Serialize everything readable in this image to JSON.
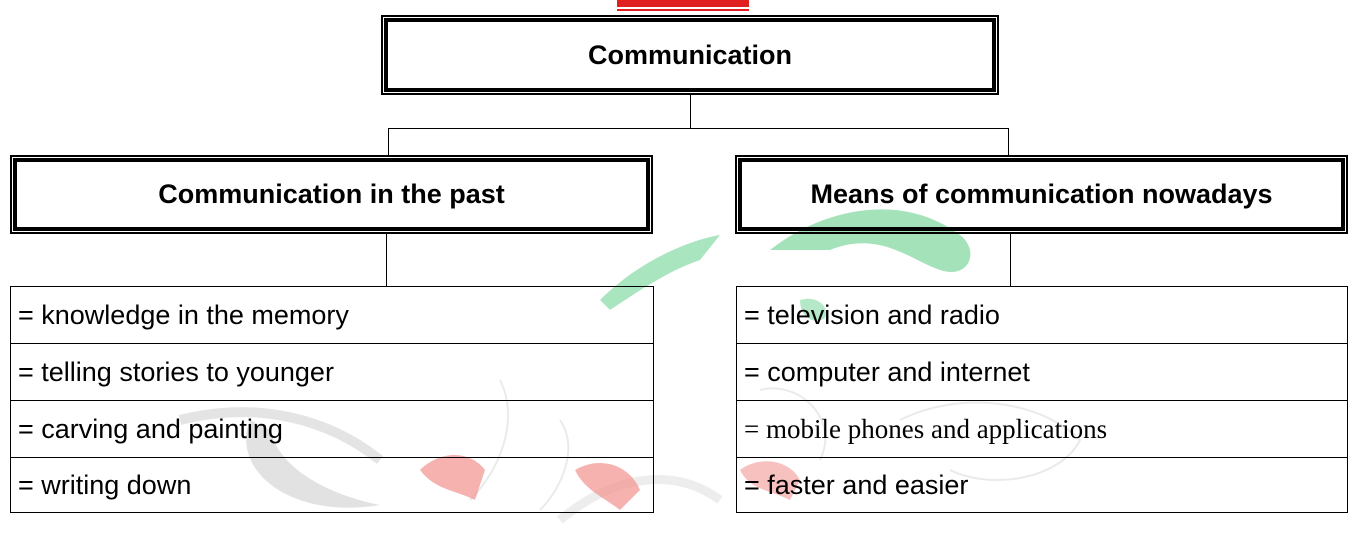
{
  "diagram": {
    "root": {
      "title": "Communication"
    },
    "branches": [
      {
        "title": "Communication in the past",
        "items": [
          "= knowledge in the memory",
          "= telling stories to younger",
          "= carving and painting",
          "= writing down"
        ]
      },
      {
        "title": "Means of communication nowadays",
        "items": [
          "= television and radio",
          "= computer and internet",
          "= mobile phones and applications",
          "= faster and easier"
        ]
      }
    ]
  },
  "colors": {
    "header_fragment": "#e02020",
    "watermark_green": "#3cc36a",
    "watermark_red": "#e8443c",
    "watermark_gray": "#bdbdbd"
  }
}
